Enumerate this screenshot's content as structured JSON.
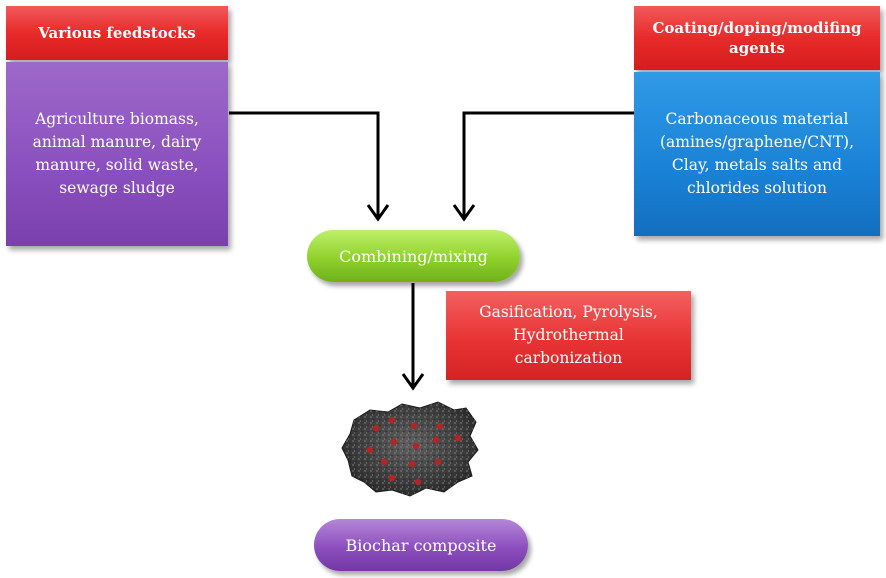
{
  "feedstocks": {
    "header": "Various  feedstocks",
    "body": "Agriculture biomass,\nanimal manure, dairy\nmanure, solid waste,\nsewage sludge"
  },
  "agents": {
    "header": "Coating/doping/modifing\nagents",
    "body": "Carbonaceous material\n(amines/graphene/CNT),\nClay, metals salts and\nchlorides solution"
  },
  "combine": {
    "label": "Combining/mixing"
  },
  "process": {
    "label": "Gasification, Pyrolysis,\nHydrothermal\ncarbonization"
  },
  "product": {
    "label": "Biochar composite"
  },
  "colors": {
    "header_red": "#e32a2a",
    "feedstock_purple": "#8a4fbe",
    "agent_blue": "#1a82d6",
    "combine_green": "#8fd12c",
    "product_purple": "#8d4fbf",
    "arrow": "#000000"
  }
}
